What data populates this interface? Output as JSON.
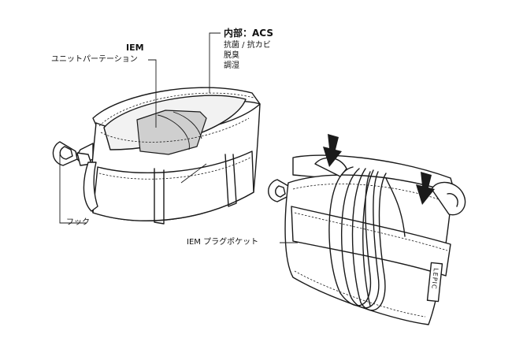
{
  "labels": {
    "iem_title": "IEM",
    "iem_partition": "ユニットパーテーション",
    "inner_title": "内部：ACS",
    "inner_line1": "抗菌 / 抗カビ",
    "inner_line2": "脱臭",
    "inner_line3": "調湿",
    "hook": "フック",
    "iem_plug_pocket": "IEM プラグポケット",
    "brand_tag": "LEPIC"
  }
}
